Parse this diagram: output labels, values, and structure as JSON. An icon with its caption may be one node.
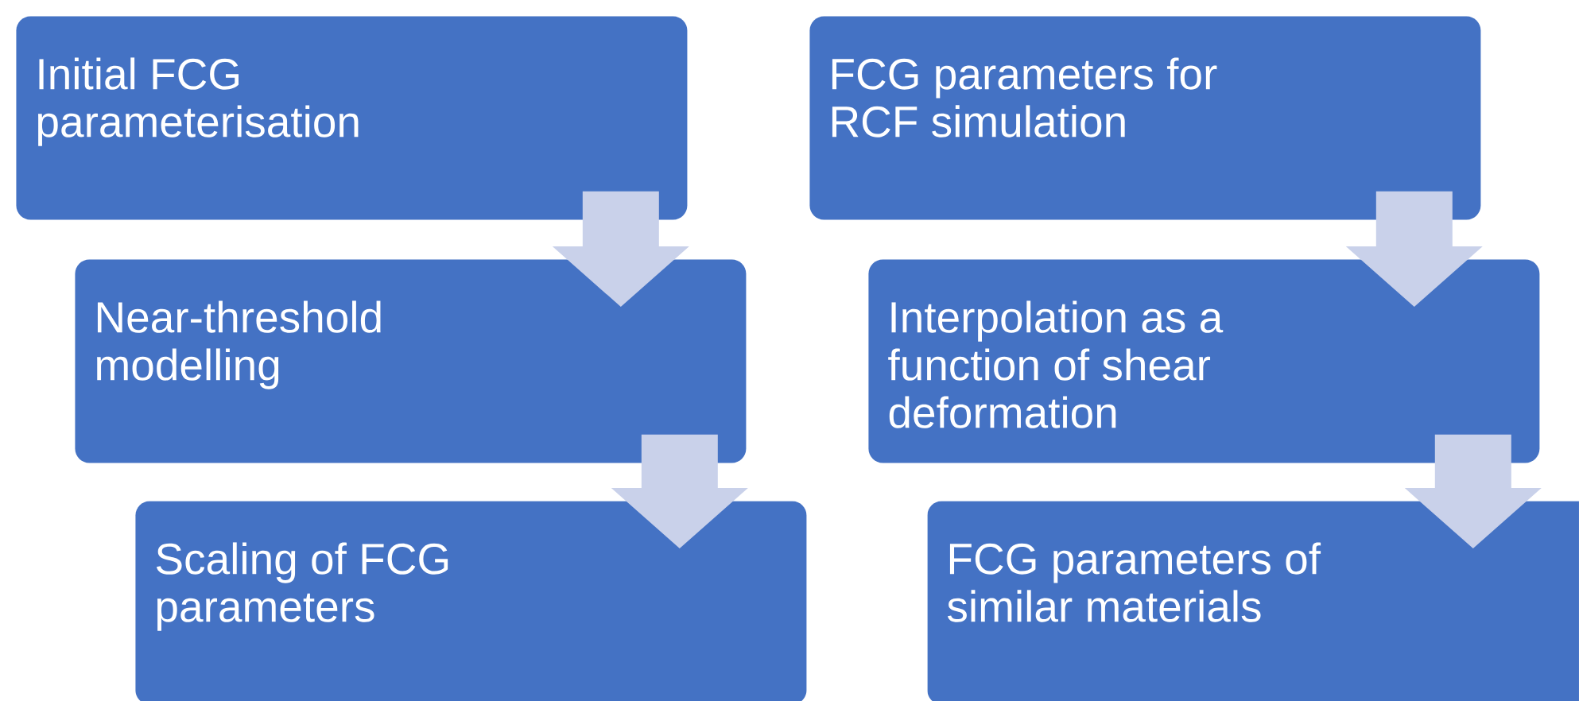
{
  "diagram": {
    "nodes": [
      {
        "text": [
          "Initial FCG parameterisation"
        ]
      },
      {
        "text": [
          "Near-threshold modelling"
        ]
      },
      {
        "text": [
          "Scaling of FCG parameters"
        ]
      },
      {
        "text": [
          "FCG parameters for RCF simulation"
        ]
      },
      {
        "text": [
          "Interpolation as a function of shear deformation"
        ]
      },
      {
        "text": [
          "FCG parameters of similar materials"
        ]
      }
    ],
    "edges": [
      {
        "from": 0,
        "to": 1,
        "arrow": "to"
      },
      {
        "from": 1,
        "to": 2,
        "arrow": "to"
      },
      {
        "from": 3,
        "to": 4,
        "arrow": "to"
      },
      {
        "from": 4,
        "to": 5,
        "arrow": "to"
      }
    ]
  }
}
